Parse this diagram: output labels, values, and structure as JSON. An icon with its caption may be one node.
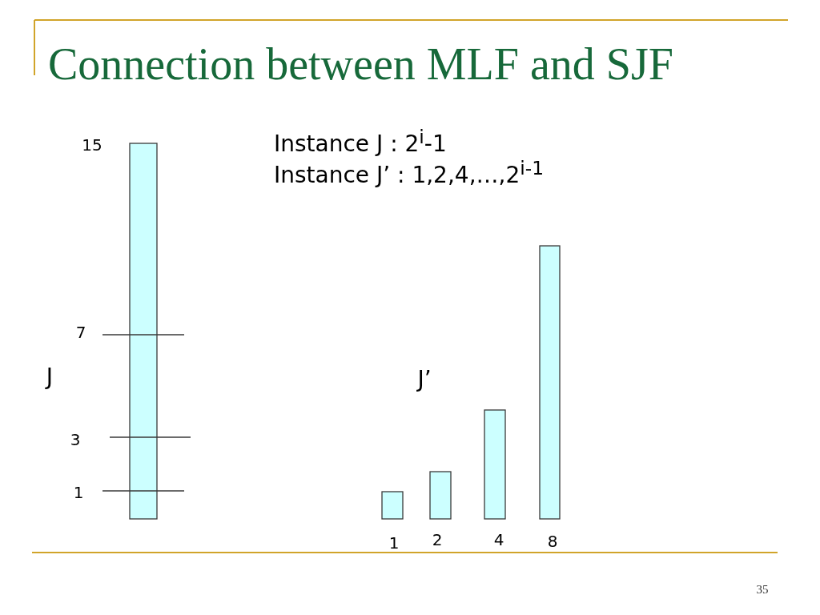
{
  "diagram": {
    "title": "Connection between MLF and SJF",
    "labels": [
      "15",
      "Instance J : 2$^{i}$-1",
      "Instance J’ : 1,2,4,…,2$^{i-1}$",
      "7",
      "J",
      "J’",
      "3",
      "1",
      "1",
      "2",
      "4",
      "8",
      "35"
    ]
  }
}
